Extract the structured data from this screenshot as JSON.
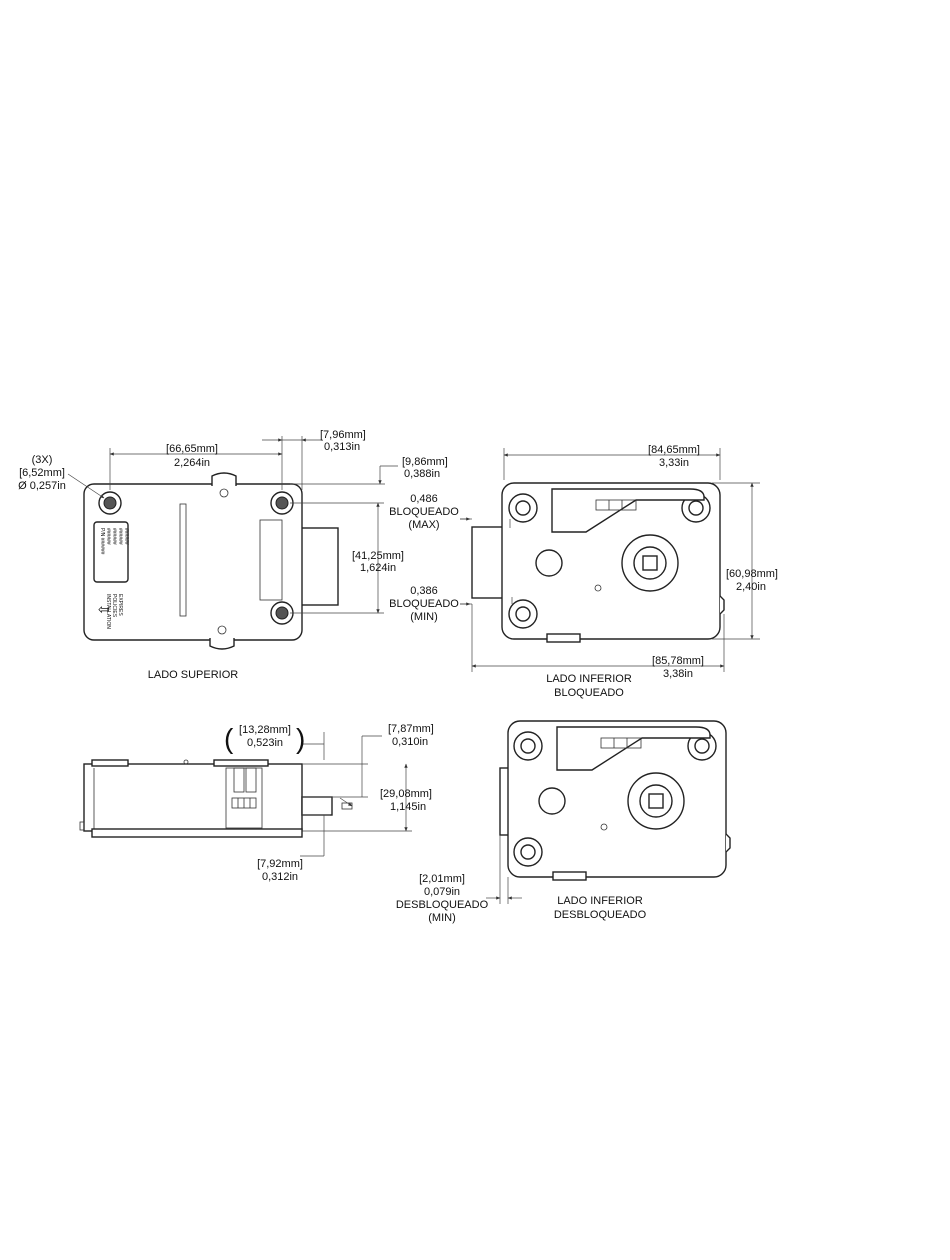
{
  "views": {
    "top": {
      "title": "LADO SUPERIOR",
      "holes_qty": "(3X)",
      "holes_mm": "[6,52mm]",
      "holes_in": "Ø 0,257in",
      "width_mm": "[66,65mm]",
      "width_in": "2,264in",
      "bolt_mm": "[7,96mm]",
      "bolt_in": "0,313in",
      "offset_mm": "[9,86mm]",
      "offset_in": "0,388in",
      "height_mm": "[41,25mm]",
      "height_in": "1,624in",
      "label_lines": [
        "P/N ######",
        "######",
        "######",
        "######",
        "######"
      ],
      "cover_text": [
        "EXPIRES",
        "POLICIES",
        "INSTALLATION"
      ]
    },
    "locked": {
      "title1": "LADO INFERIOR",
      "title2": "BLOQUEADO",
      "max_val": "0,486",
      "max_state": "BLOQUEADO",
      "max_tag": "(MAX)",
      "min_val": "0,386",
      "min_state": "BLOQUEADO",
      "min_tag": "(MIN)",
      "width_mm": "[84,65mm]",
      "width_in": "3,33in",
      "height_mm": "[60,98mm]",
      "height_in": "2,40in",
      "total_mm": "[85,78mm]",
      "total_in": "3,38in"
    },
    "side": {
      "depth_mm": "[13,28mm]",
      "depth_in": "0,523in",
      "top_mm": "[7,87mm]",
      "top_in": "0,310in",
      "height_mm": "[29,08mm]",
      "height_in": "1,145in",
      "bottom_mm": "[7,92mm]",
      "bottom_in": "0,312in"
    },
    "unlocked": {
      "title1": "LADO INFERIOR",
      "title2": "DESBLOQUEADO",
      "bolt_mm": "[2,01mm]",
      "bolt_in": "0,079in",
      "bolt_state": "DESBLOQUEADO",
      "bolt_tag": "(MIN)"
    }
  }
}
